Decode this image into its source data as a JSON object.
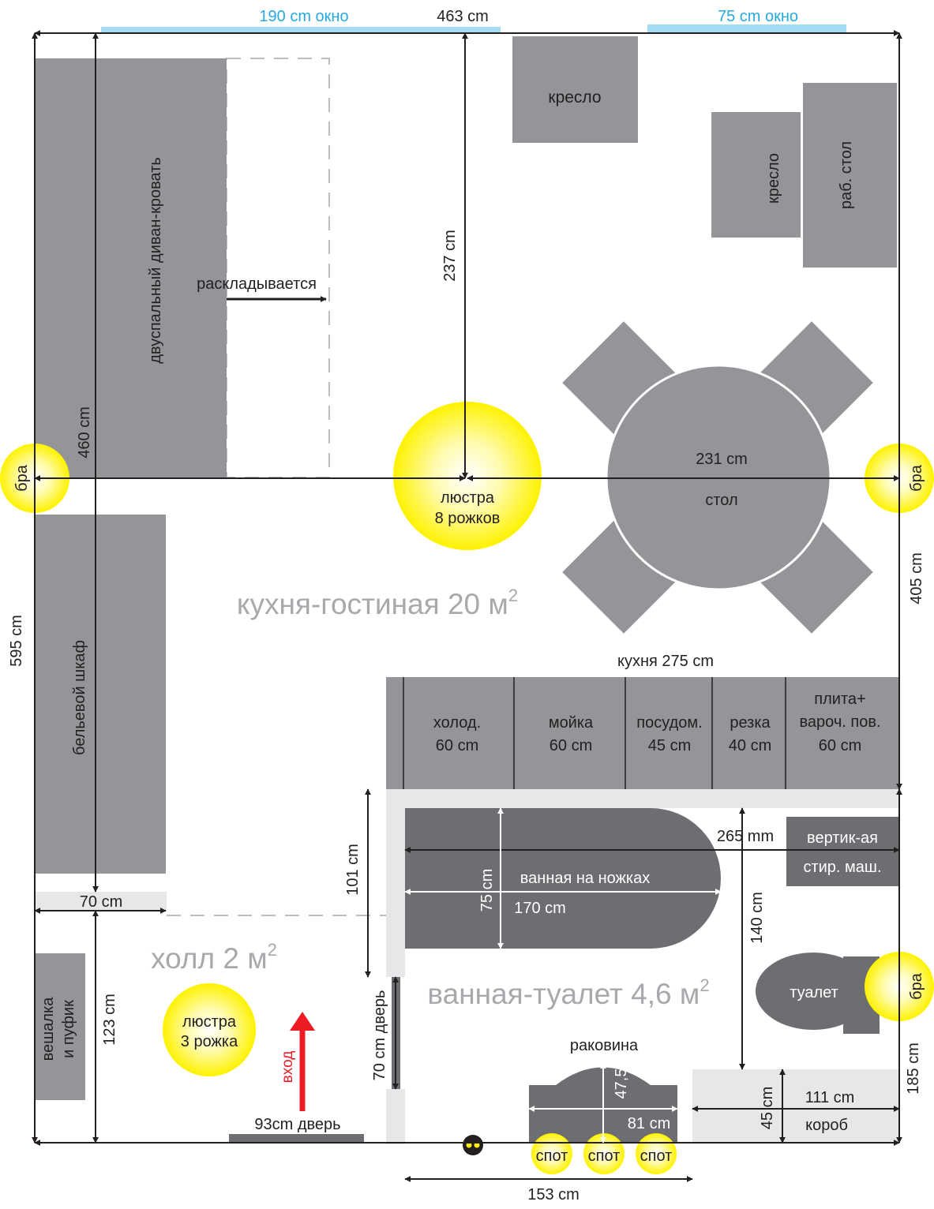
{
  "windows": {
    "left_label": "190 cm окно",
    "right_label": "75 cm окно"
  },
  "rooms": {
    "living": {
      "label": "кухня-гостиная 20 м",
      "sup": "2"
    },
    "hall": {
      "label": "холл 2 м",
      "sup": "2"
    },
    "bath": {
      "label": "ванная-туалет 4,6 м",
      "sup": "2"
    }
  },
  "furniture": {
    "sofa": "двуспальный диван-кровать",
    "unfolds": "раскладывается",
    "armchair_top": "кресло",
    "armchair_side": "кресло",
    "desk": "раб. стол",
    "table": "стол",
    "wardrobe": "бельевой шкаф",
    "hanger_line1": "вешалка",
    "hanger_line2": "и пуфик",
    "bathtub": "ванная на ножках",
    "washer_line1": "вертик-ая",
    "washer_line2": "стир. маш.",
    "toilet": "туалет",
    "sink": "раковина",
    "box": "короб"
  },
  "kitchen": {
    "title": "кухня 275 cm",
    "units": [
      {
        "line1": "холод.",
        "line2": "60 cm"
      },
      {
        "line1": "мойка",
        "line2": "60 cm"
      },
      {
        "line1": "посудом.",
        "line2": "45 cm"
      },
      {
        "line1": "резка",
        "line2": "40 cm"
      },
      {
        "line1": "плита+",
        "line2": "вароч. пов.",
        "line3": "60 cm"
      }
    ]
  },
  "lights": {
    "chandelier_main_line1": "люстра",
    "chandelier_main_line2": "8 рожков",
    "chandelier_hall_line1": "люстра",
    "chandelier_hall_line2": "3 рожка",
    "sconce": "бра",
    "spot": "спот"
  },
  "doors": {
    "entrance": "93cm дверь",
    "bathroom": "70 cm дверь",
    "entry_label": "вход"
  },
  "dimensions": {
    "width_total": "463 cm",
    "height_total": "595 cm",
    "sofa_height": "460 cm",
    "to_chandelier": "237 cm",
    "table_span": "231 cm",
    "right_upper": "405 cm",
    "right_lower": "185 cm",
    "wardrobe_depth": "70 cm",
    "hall_height": "123 cm",
    "bath_wall": "101 cm",
    "bath_length_mm": "265 mm",
    "tub_width": "75 cm",
    "tub_length": "170 cm",
    "bath_depth": "140 cm",
    "sink_depth": "47,5",
    "sink_width": "81 cm",
    "box_width": "111 cm",
    "box_depth": "45 cm",
    "bottom_span": "153 cm"
  },
  "colors": {
    "furniture": "#939598",
    "dark": "#6d6e71",
    "wall": "#e6e7e8",
    "window": "#a6dcf3",
    "lamp": "#fff200",
    "label": "#a7a9ac",
    "arrow": "#ed1c24"
  }
}
